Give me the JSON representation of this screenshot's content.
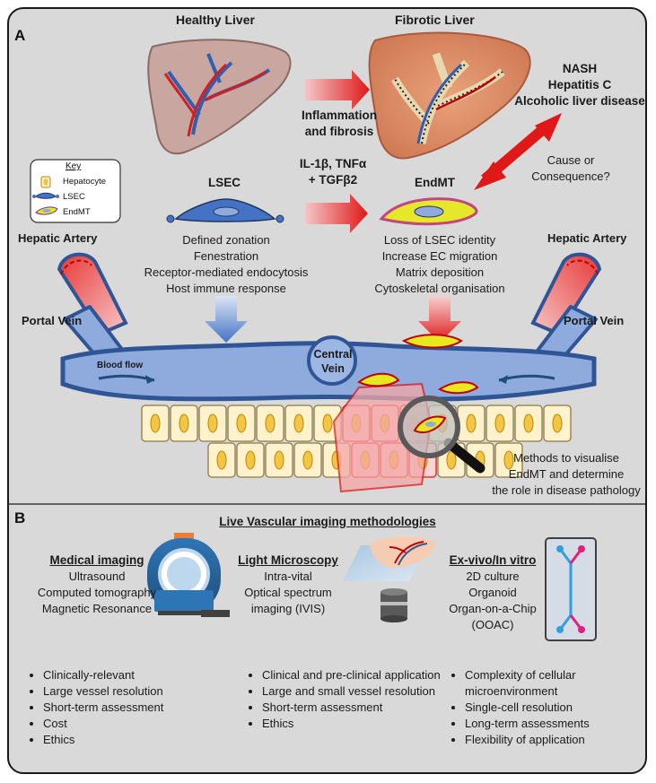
{
  "panels": {
    "a": "A",
    "b": "B"
  },
  "top": {
    "healthy_liver": "Healthy Liver",
    "fibrotic_liver": "Fibrotic Liver",
    "inflammation": [
      "Inflammation",
      "and fibrosis"
    ],
    "diseases": [
      "NASH",
      "Hepatitis C",
      "Alcoholic liver disease"
    ],
    "cause": [
      "Cause or",
      "Consequence?"
    ],
    "cytokines": [
      "IL-1β, TNFα",
      "+ TGFβ2"
    ]
  },
  "key": {
    "title": "Key",
    "items": [
      "Hepatocyte",
      "LSEC",
      "EndMT"
    ]
  },
  "lsec": {
    "title": "LSEC",
    "features": [
      "Defined zonation",
      "Fenestration",
      "Receptor-mediated endocytosis",
      "Host immune response"
    ]
  },
  "endmt": {
    "title": "EndMT",
    "features": [
      "Loss of LSEC identity",
      "Increase EC migration",
      "Matrix deposition",
      "Cytoskeletal organisation"
    ]
  },
  "vessels": {
    "hepatic_artery": "Hepatic Artery",
    "portal_vein": "Portal Vein",
    "central_vein": [
      "Central",
      "Vein"
    ],
    "blood_flow": "Blood flow"
  },
  "methods_note": [
    "Methods to visualise",
    "EndMT and determine",
    "the role in disease pathology"
  ],
  "section_b": {
    "title": "Live Vascular imaging methodologies",
    "columns": [
      {
        "heading": "Medical imaging",
        "methods": [
          "Ultrasound",
          "Computed tomography",
          "Magnetic Resonance"
        ],
        "bullets": [
          "Clinically-relevant",
          "Large vessel resolution",
          "Short-term assessment",
          "Cost",
          "Ethics"
        ]
      },
      {
        "heading": "Light Microscopy",
        "methods": [
          "Intra-vital",
          "Optical spectrum",
          "imaging (IVIS)"
        ],
        "bullets": [
          "Clinical  and pre-clinical application",
          "Large and small vessel resolution",
          "Short-term assessment",
          "Ethics"
        ]
      },
      {
        "heading": "Ex-vivo/In vitro",
        "methods": [
          "2D culture",
          "Organoid",
          "Organ-on-a-Chip",
          "(OOAC)"
        ],
        "bullets": [
          "Complexity of cellular microenvironment",
          "Single-cell resolution",
          "Long-term assessments",
          "Flexibility of application"
        ]
      }
    ]
  },
  "colors": {
    "panel_bg": "#d9d9d9",
    "vessel_blue": "#2f5597",
    "vessel_fill": "#8faadc",
    "artery_red": "#c00000",
    "arrow_red": "#e02020",
    "hepatocyte_fill": "#fff2cc",
    "nucleus_yellow": "#f2c542",
    "endmt_yellow": "#e8e820",
    "liver_brown": "#c9846a"
  }
}
